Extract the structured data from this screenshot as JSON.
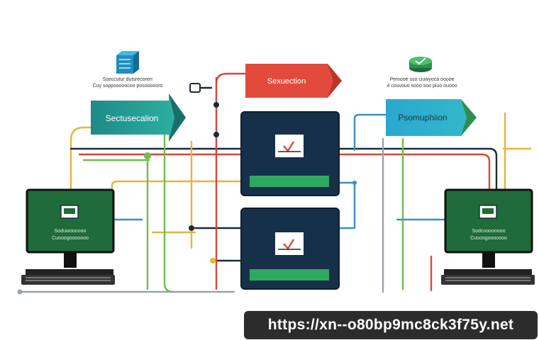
{
  "colors": {
    "green_dark": "#1f6b3a",
    "green_mid": "#2f8f4e",
    "teal": "#2aa39a",
    "red": "#e24b3c",
    "cyan": "#2aa8cf",
    "navy": "#17304a",
    "wire_yellow": "#e8b43a",
    "wire_green": "#6cc04a",
    "wire_red": "#d8463a",
    "wire_blue": "#3a8fc8",
    "wire_dark": "#1c2a36",
    "wire_grey": "#9aa3aa",
    "banner_bg": "#2c2c2c"
  },
  "arrows": {
    "top_center": "Sexuection",
    "left": "Sectusecalion",
    "right": "Psomuphiion"
  },
  "captions": {
    "top_left_line1": "Sseccutur dutsrecorerr",
    "top_left_line2": "Cuy soppsoooocoo posoooooro",
    "top_right_line1": "Pemooe sso ciuwyoca ooooe",
    "top_right_line2": "4 couvouo sooo soo piuo ouooo"
  },
  "monitors": {
    "left_line1": "Soduwoooooo",
    "left_line2": "Cuooogooooooo",
    "right_line1": "Sodcoooooooo",
    "right_line2": "Cuooogooooooo"
  },
  "icons": {
    "top_left": "server-cube-icon",
    "top_right": "router-disc-icon",
    "checkmark": "checkmark-icon",
    "folder": "folder-icon"
  },
  "banner": {
    "url": "https://xn--o80bp9mc8ck3f75y.net"
  }
}
